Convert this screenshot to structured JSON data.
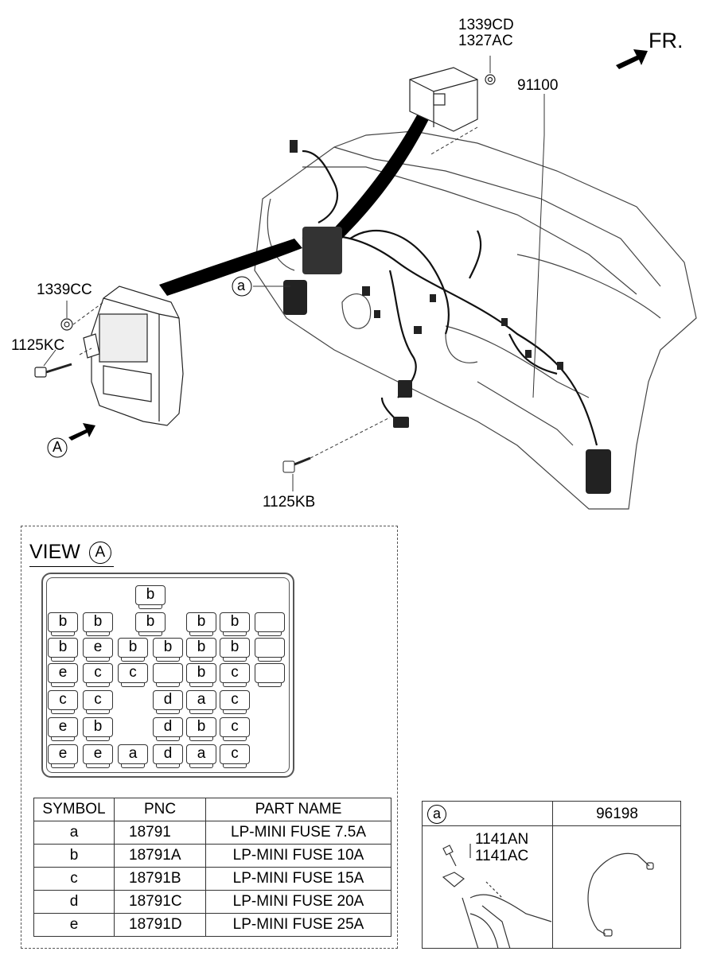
{
  "diagram": {
    "front_label": "FR.",
    "callouts": {
      "bracket_nut_1": "1339CD",
      "bracket_nut_2": "1327AC",
      "harness_main": "91100",
      "nut_left": "1339CC",
      "bolt_left": "1125KC",
      "bolt_bottom": "1125KB",
      "detail_a_marker": "a",
      "view_a_marker": "A"
    }
  },
  "view_a": {
    "title": "VIEW",
    "circle": "A",
    "fuses": [
      {
        "id": "r0c3",
        "label": "b"
      },
      {
        "id": "r1c0",
        "label": "b"
      },
      {
        "id": "r1c1",
        "label": "b"
      },
      {
        "id": "r1c3",
        "label": "b"
      },
      {
        "id": "r1c4",
        "label": "b"
      },
      {
        "id": "r1c5",
        "label": "b"
      },
      {
        "id": "r1c6",
        "label": ""
      },
      {
        "id": "r2c0",
        "label": "b"
      },
      {
        "id": "r2c1",
        "label": "e"
      },
      {
        "id": "r2c2",
        "label": "b"
      },
      {
        "id": "r2c3",
        "label": "b"
      },
      {
        "id": "r2c4",
        "label": "b"
      },
      {
        "id": "r2c5",
        "label": "b"
      },
      {
        "id": "r2c6",
        "label": ""
      },
      {
        "id": "r3c0",
        "label": "e"
      },
      {
        "id": "r3c1",
        "label": "c"
      },
      {
        "id": "r3c2",
        "label": "c"
      },
      {
        "id": "r3c3",
        "label": ""
      },
      {
        "id": "r3c4",
        "label": "b"
      },
      {
        "id": "r3c5",
        "label": "c"
      },
      {
        "id": "r3c6",
        "label": ""
      },
      {
        "id": "r4c0",
        "label": "c"
      },
      {
        "id": "r4c1",
        "label": "c"
      },
      {
        "id": "r4c3",
        "label": "d"
      },
      {
        "id": "r4c4",
        "label": "a"
      },
      {
        "id": "r4c5",
        "label": "c"
      },
      {
        "id": "r5c0",
        "label": "e"
      },
      {
        "id": "r5c1",
        "label": "b"
      },
      {
        "id": "r5c3",
        "label": "d"
      },
      {
        "id": "r5c4",
        "label": "b"
      },
      {
        "id": "r5c5",
        "label": "c"
      },
      {
        "id": "r6c0",
        "label": "e"
      },
      {
        "id": "r6c1",
        "label": "e"
      },
      {
        "id": "r6c2",
        "label": "a"
      },
      {
        "id": "r6c3",
        "label": "d"
      },
      {
        "id": "r6c4",
        "label": "a"
      },
      {
        "id": "r6c5",
        "label": "c"
      }
    ]
  },
  "table": {
    "headers": [
      "SYMBOL",
      "PNC",
      "PART NAME"
    ],
    "rows": [
      [
        "a",
        "18791",
        "LP-MINI FUSE 7.5A"
      ],
      [
        "b",
        "18791A",
        "LP-MINI FUSE 10A"
      ],
      [
        "c",
        "18791B",
        "LP-MINI FUSE 15A"
      ],
      [
        "d",
        "18791C",
        "LP-MINI FUSE 20A"
      ],
      [
        "e",
        "18791D",
        "LP-MINI FUSE 25A"
      ]
    ]
  },
  "inset": {
    "marker": "a",
    "pnc": "96198",
    "callout_1": "1141AN",
    "callout_2": "1141AC"
  }
}
